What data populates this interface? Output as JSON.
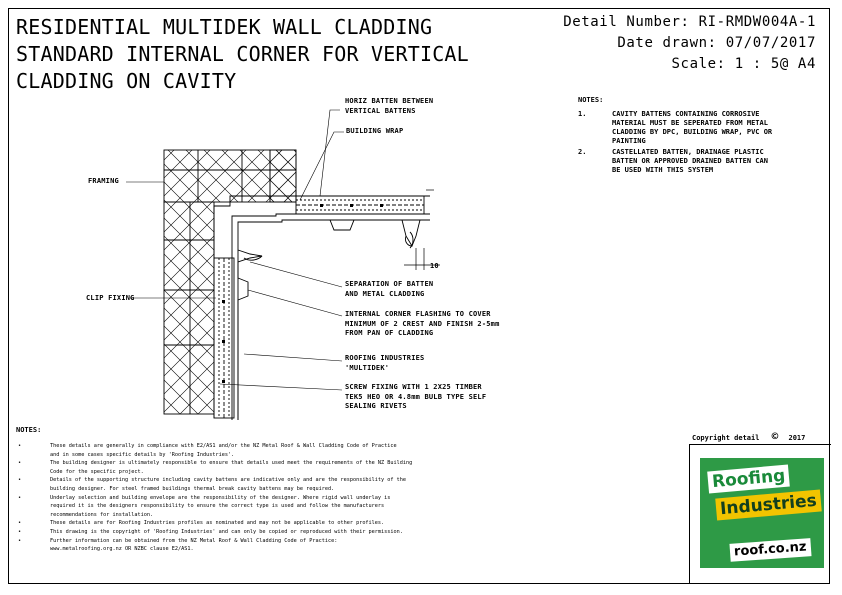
{
  "title": {
    "line1": "RESIDENTIAL MULTIDEK WALL CLADDING",
    "line2": "STANDARD INTERNAL CORNER FOR VERTICAL",
    "line3": "CLADDING ON CAVITY"
  },
  "meta": {
    "detail_number": "Detail Number:  RI-RMDW004A-1",
    "date_drawn": "Date drawn:  07/07/2017",
    "scale": "Scale:    1 : 5@ A4"
  },
  "labels": {
    "horiz_batten_1": "HORIZ BATTEN BETWEEN",
    "horiz_batten_2": "VERTICAL BATTENS",
    "building_wrap": "BUILDING WRAP",
    "framing": "FRAMING",
    "clip_fixing": "CLIP FIXING",
    "dimension": "10",
    "separation_1": "SEPARATION OF BATTEN",
    "separation_2": "AND METAL CLADDING",
    "flashing_1": "INTERNAL CORNER FLASHING TO COVER",
    "flashing_2": "MINIMUM OF 2 CREST AND FINISH 2-5mm",
    "flashing_3": "FROM PAN OF CLADDING",
    "product_1": "ROOFING INDUSTRIES",
    "product_2": "'MULTIDEK'",
    "screw_1": "SCREW FIXING WITH 1 2X25 TIMBER",
    "screw_2": "TEK5 HEO OR 4.8mm BULB TYPE SELF",
    "screw_3": "SEALING RIVETS"
  },
  "notes_right": {
    "heading": "NOTES:",
    "items": [
      {
        "num": "1.",
        "text": "CAVITY BATTENS CONTAINING CORROSIVE\nMATERIAL MUST BE SEPERATED FROM METAL\nCLADDING BY DPC, BUILDING WRAP, PVC OR\nPAINTING"
      },
      {
        "num": "2.",
        "text": "CASTELLATED BATTEN, DRAINAGE PLASTIC\nBATTEN OR APPROVED DRAINED BATTEN CAN\nBE USED WITH THIS SYSTEM"
      }
    ]
  },
  "notes_bottom": {
    "heading": "NOTES:",
    "bullet": "•",
    "items": [
      "These details are generally in compliance with E2/AS1 and/or the NZ Metal Roof & Wall Cladding Code of Practice\nand in some cases specific details by 'Roofing Industries'.",
      "The building designer is ultimately responsible to ensure that details used meet the requirements of the NZ Building\nCode for the specific project.",
      "Details of the supporting structure including cavity battens are indicative only and are the responsibility of the\nbuilding designer. For steel framed buildings thermal break cavity battens may be required.",
      "Underlay selection and building envelope are the responsibility of the designer. Where rigid wall underlay is\nrequired it is the designers responsibility to ensure the correct type is used and follow the manufacturers\nrecommendations for installation.",
      "These details are for Roofing Industries profiles as nominated and may not be applicable to other profiles.",
      "This drawing is the copyright of 'Roofing Industries' and can only be copied or reproduced with their permission.",
      "Further information can be obtained from the NZ Metal Roof & Wall Cladding Code of Practice:\nwww.metalroofing.org.nz OR NZBC clause E2/AS1."
    ]
  },
  "copyright": {
    "text": "Copyright detail",
    "symbol": "©",
    "year": "2017"
  },
  "logo": {
    "word1": "Roofing",
    "word2": "Industries",
    "url": "roof.co.nz",
    "colors": {
      "green": "#2e9a46",
      "yellow": "#f2c400",
      "white": "#ffffff"
    }
  }
}
